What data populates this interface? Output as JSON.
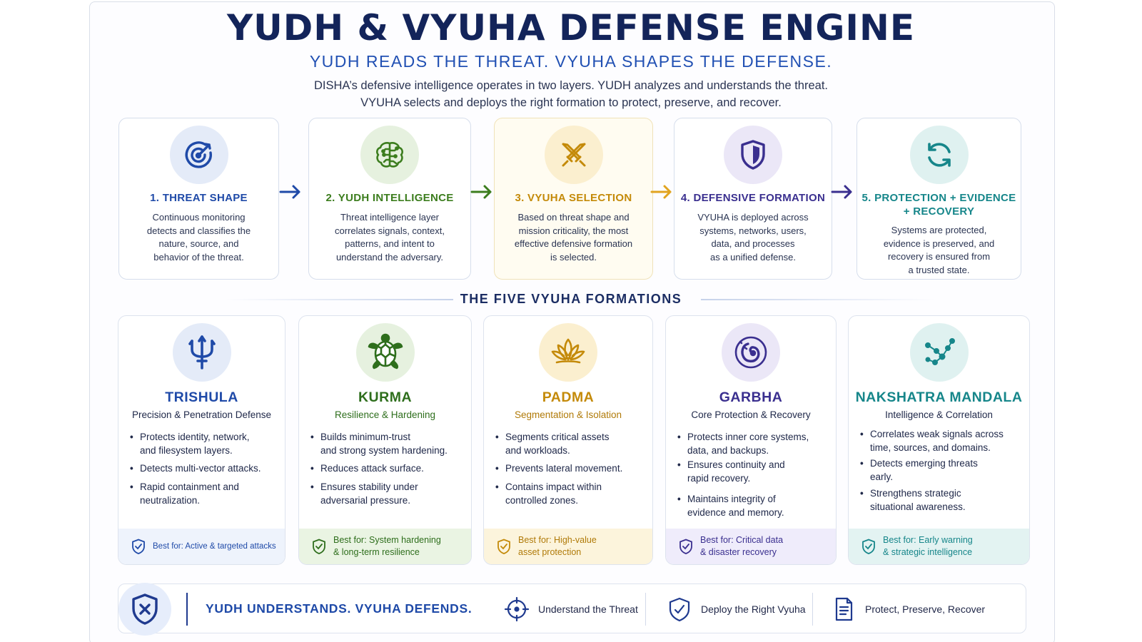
{
  "header": {
    "title": "YUDH & VYUHA DEFENSE ENGINE",
    "subtitle": "YUDH READS THE THREAT. VYUHA SHAPES THE DEFENSE.",
    "intro_line1": "DISHA’s defensive intelligence operates in two layers. YUDH analyzes and understands the threat.",
    "intro_line2": "VYUHA selects and deploys the right formation to protect, preserve, and recover."
  },
  "steps": [
    {
      "title": "1. THREAT SHAPE",
      "desc": [
        "Continuous monitoring",
        "detects and classifies the",
        "nature, source, and",
        "behavior of the threat."
      ],
      "icon": "target-icon",
      "color": "#1f4aa8"
    },
    {
      "title": "2. YUDH INTELLIGENCE",
      "desc": [
        "Threat intelligence layer",
        "correlates signals, context,",
        "patterns, and intent to",
        "understand the adversary."
      ],
      "icon": "brain-icon",
      "color": "#3c7d1e"
    },
    {
      "title": "3. VYUHA SELECTION",
      "desc": [
        "Based on threat shape and",
        "mission criticality, the most",
        "effective defensive formation",
        "is selected."
      ],
      "icon": "crossed-swords-icon",
      "color": "#c48a09"
    },
    {
      "title": "4. DEFENSIVE FORMATION",
      "desc": [
        "VYUHA is deployed across",
        "systems, networks, users,",
        "data, and processes",
        "as a unified defense."
      ],
      "icon": "shield-icon",
      "color": "#3a2f8f"
    },
    {
      "title_line1": "5. PROTECTION + EVIDENCE",
      "title_line2": "+ RECOVERY",
      "desc": [
        "Systems are protected,",
        "evidence is preserved, and",
        "recovery is ensured from",
        "a trusted state."
      ],
      "icon": "refresh-icon",
      "color": "#16868a"
    }
  ],
  "section_title": "THE FIVE VYUHA FORMATIONS",
  "formations": [
    {
      "name": "TRISHULA",
      "subtitle": "Precision & Penetration Defense",
      "icon": "trident-icon",
      "color": "#1f4aa8",
      "bullets": [
        [
          "Protects identity, network,",
          "and filesystem layers."
        ],
        [
          "Detects multi-vector attacks."
        ],
        [
          "Rapid containment and",
          "neutralization."
        ]
      ],
      "best": "Best for: Active & targeted attacks"
    },
    {
      "name": "KURMA",
      "subtitle": "Resilience & Hardening",
      "icon": "turtle-icon",
      "color": "#2e6e1c",
      "bullets": [
        [
          "Builds minimum-trust",
          "and strong system hardening."
        ],
        [
          "Reduces attack surface."
        ],
        [
          "Ensures stability under",
          "adversarial pressure."
        ]
      ],
      "best_line1": "Best for: System hardening",
      "best_line2": "& long-term resilience"
    },
    {
      "name": "PADMA",
      "subtitle": "Segmentation & Isolation",
      "icon": "lotus-icon",
      "color": "#c48a09",
      "bullets": [
        [
          "Segments critical assets",
          "and workloads."
        ],
        [
          "Prevents lateral movement."
        ],
        [
          "Contains impact within",
          "controlled zones."
        ]
      ],
      "best_line1": "Best for: High-value",
      "best_line2": "asset protection"
    },
    {
      "name": "GARBHA",
      "subtitle": "Core Protection & Recovery",
      "icon": "embryo-icon",
      "color": "#3a2f8f",
      "bullets": [
        [
          "Protects inner core systems,",
          "data, and backups."
        ],
        [
          "Ensures continuity and",
          "rapid recovery."
        ],
        [
          "Maintains integrity of",
          "evidence and memory."
        ]
      ],
      "best_line1": "Best for: Critical data",
      "best_line2": "& disaster recovery"
    },
    {
      "name": "NAKSHATRA MANDALA",
      "subtitle": "Intelligence & Correlation",
      "icon": "constellation-icon",
      "color": "#16868a",
      "bullets": [
        [
          "Correlates weak signals across",
          "time, sources, and domains."
        ],
        [
          "Detects emerging threats",
          "early."
        ],
        [
          "Strengthens strategic",
          "situational awareness."
        ]
      ],
      "best_line1": "Best for: Early warning",
      "best_line2": "& strategic intelligence"
    }
  ],
  "footer": {
    "tagline": "YUDH UNDERSTANDS. VYUHA DEFENDS.",
    "items": [
      {
        "label": "Understand the Threat",
        "icon": "crosshair-icon"
      },
      {
        "label": "Deploy the Right Vyuha",
        "icon": "shield-check-icon"
      },
      {
        "label": "Protect, Preserve, Recover",
        "icon": "document-icon"
      }
    ]
  },
  "colors": {
    "navy": "#13245a",
    "blue": "#1f4aa8",
    "green": "#3c7d1e",
    "gold": "#c48a09",
    "purple": "#3a2f8f",
    "teal": "#16868a"
  }
}
